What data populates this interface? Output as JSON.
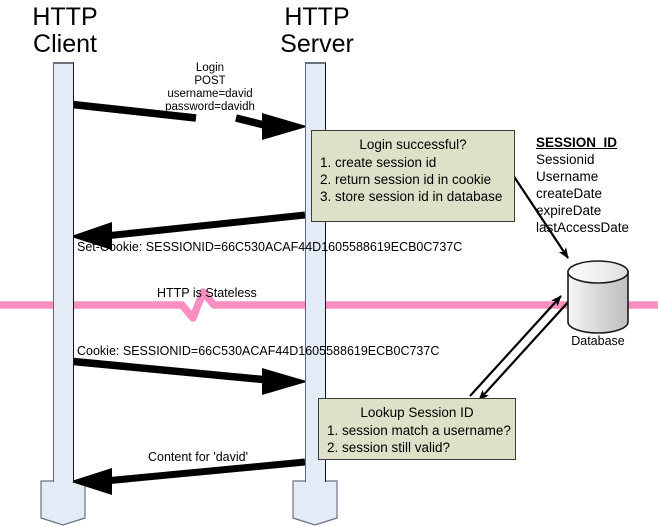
{
  "diagram": {
    "title_client": "HTTP\nClient",
    "title_server": "HTTP\nServer",
    "actors": [
      {
        "name": "http-client",
        "label": "HTTP\nClient"
      },
      {
        "name": "http-server",
        "label": "HTTP\nServer"
      }
    ],
    "messages": {
      "login_request": "Login\nPOST\nusername=david\npassword=davidh",
      "set_cookie_response": "Set-Cookie: SESSIONID=66C530ACAF44D1605588619ECB0C737C",
      "stateless_note": "HTTP is Stateless",
      "cookie_request": "Cookie: SESSIONID=66C530ACAF44D1605588619ECB0C737C",
      "content_response": "Content for 'david'"
    },
    "login_box": {
      "title": "Login successful?",
      "steps": [
        {
          "num": "1.",
          "text": "create session id"
        },
        {
          "num": "2.",
          "text": "return session id in cookie"
        },
        {
          "num": "3.",
          "text": "store session id in database"
        }
      ]
    },
    "lookup_box": {
      "title": "Lookup Session ID",
      "steps": [
        {
          "num": "1.",
          "text": "session match a username?"
        },
        {
          "num": "2.",
          "text": "session still valid?"
        }
      ]
    },
    "session_legend": {
      "title": "SESSION_ID",
      "fields": [
        "Sessionid",
        "Username",
        "createDate",
        "expireDate",
        "lastAccessDate"
      ]
    },
    "database": {
      "label": "Database"
    },
    "colors": {
      "lifeline_fill": "#e3ebf7",
      "box_fill": "#dfe0c8",
      "box_border": "#3c3c3c",
      "stateless_line": "#f98fc0",
      "arrow": "#000000",
      "db_top": "#f2f2f2",
      "db_body": "#cfcfcf"
    }
  }
}
